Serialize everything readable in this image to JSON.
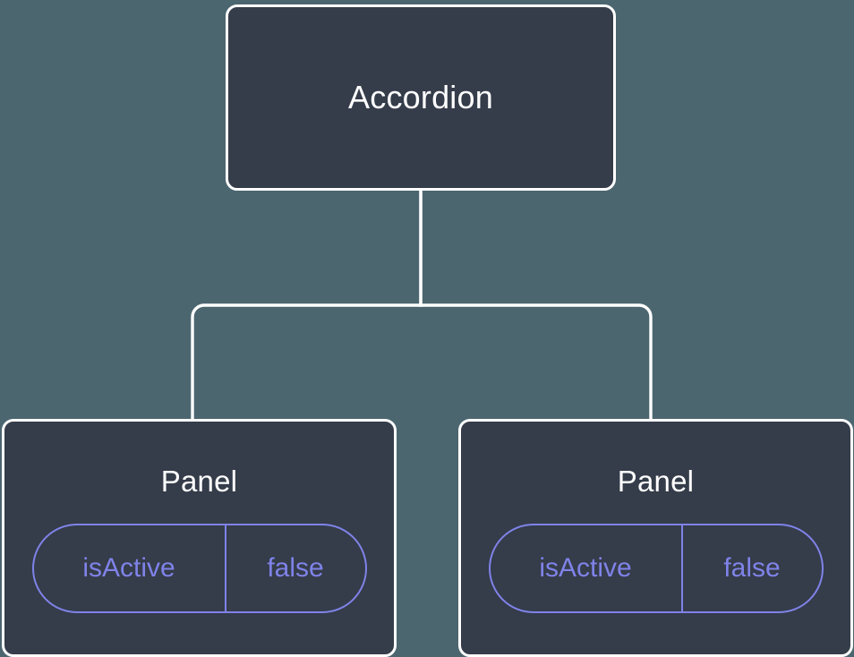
{
  "diagram": {
    "type": "component-tree",
    "background_color": "#4c6670",
    "node_fill_color": "#353c4a",
    "node_border_color": "#ffffff",
    "edge_color": "#ffffff",
    "prop_color": "#7f83e8",
    "root": {
      "label": "Accordion"
    },
    "children": [
      {
        "label": "Panel",
        "prop": {
          "key": "isActive",
          "value": "false"
        }
      },
      {
        "label": "Panel",
        "prop": {
          "key": "isActive",
          "value": "false"
        }
      }
    ]
  }
}
